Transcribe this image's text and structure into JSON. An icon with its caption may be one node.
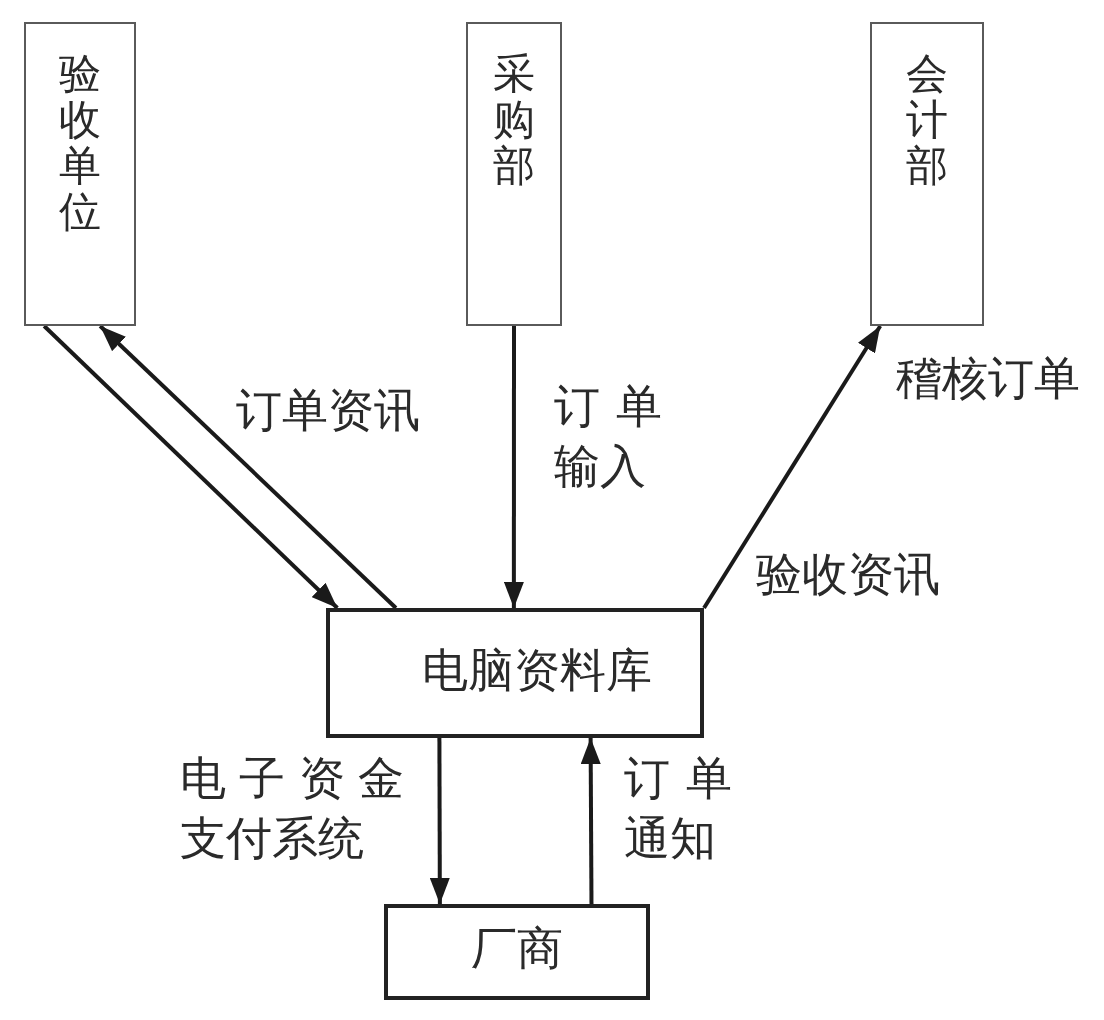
{
  "diagram": {
    "nodes": [
      {
        "text": [
          "验收单位"
        ]
      },
      {
        "text": [
          "采购部"
        ]
      },
      {
        "text": [
          "会计部"
        ],
        "beside": [
          "稽核订单"
        ]
      },
      {
        "text": [
          "电脑资料库"
        ]
      },
      {
        "text": [
          "厂商"
        ]
      }
    ],
    "edges": [
      {
        "from": 0,
        "to": 3,
        "arrow": "to"
      },
      {
        "from": 3,
        "to": 0,
        "arrow": "to",
        "label": "订单资讯"
      },
      {
        "from": 1,
        "to": 3,
        "arrow": "to",
        "label": "订单输入"
      },
      {
        "from": 3,
        "to": 2,
        "arrow": "to",
        "label": "验收资讯"
      },
      {
        "from": 3,
        "to": 4,
        "arrow": "to",
        "label": "电子资金支付系统"
      },
      {
        "from": 4,
        "to": 3,
        "arrow": "to",
        "label": "订单通知"
      }
    ]
  }
}
